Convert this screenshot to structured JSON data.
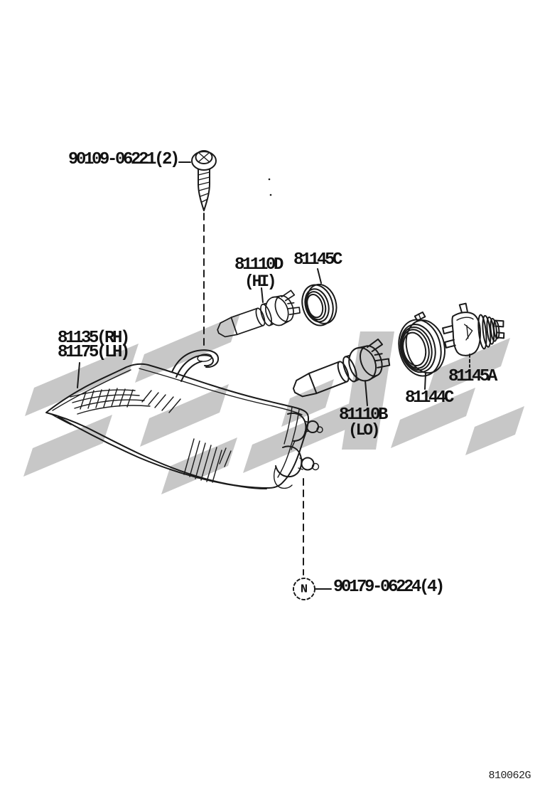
{
  "figure": {
    "code": "810062G",
    "type": "exploded-parts-diagram",
    "subject": "headlamp assembly"
  },
  "colors": {
    "line": "#1a1a1a",
    "watermark": "#c7c7c7",
    "label": "#121212",
    "background": "#ffffff"
  },
  "labels": {
    "screw": "90109-06221(2)",
    "bulb_hi": "81110D",
    "bulb_hi_beam": "(HI)",
    "gasket_hi": "81145C",
    "headlamp_rh": "81135(RH)",
    "headlamp_lh": "81175(LH)",
    "bulb_lo": "81110B",
    "bulb_lo_beam": "(LO)",
    "retainer_lo": "81144C",
    "socket_cover": "81145A",
    "nut_symbol": "N",
    "nut": "90179-06224(4)"
  }
}
